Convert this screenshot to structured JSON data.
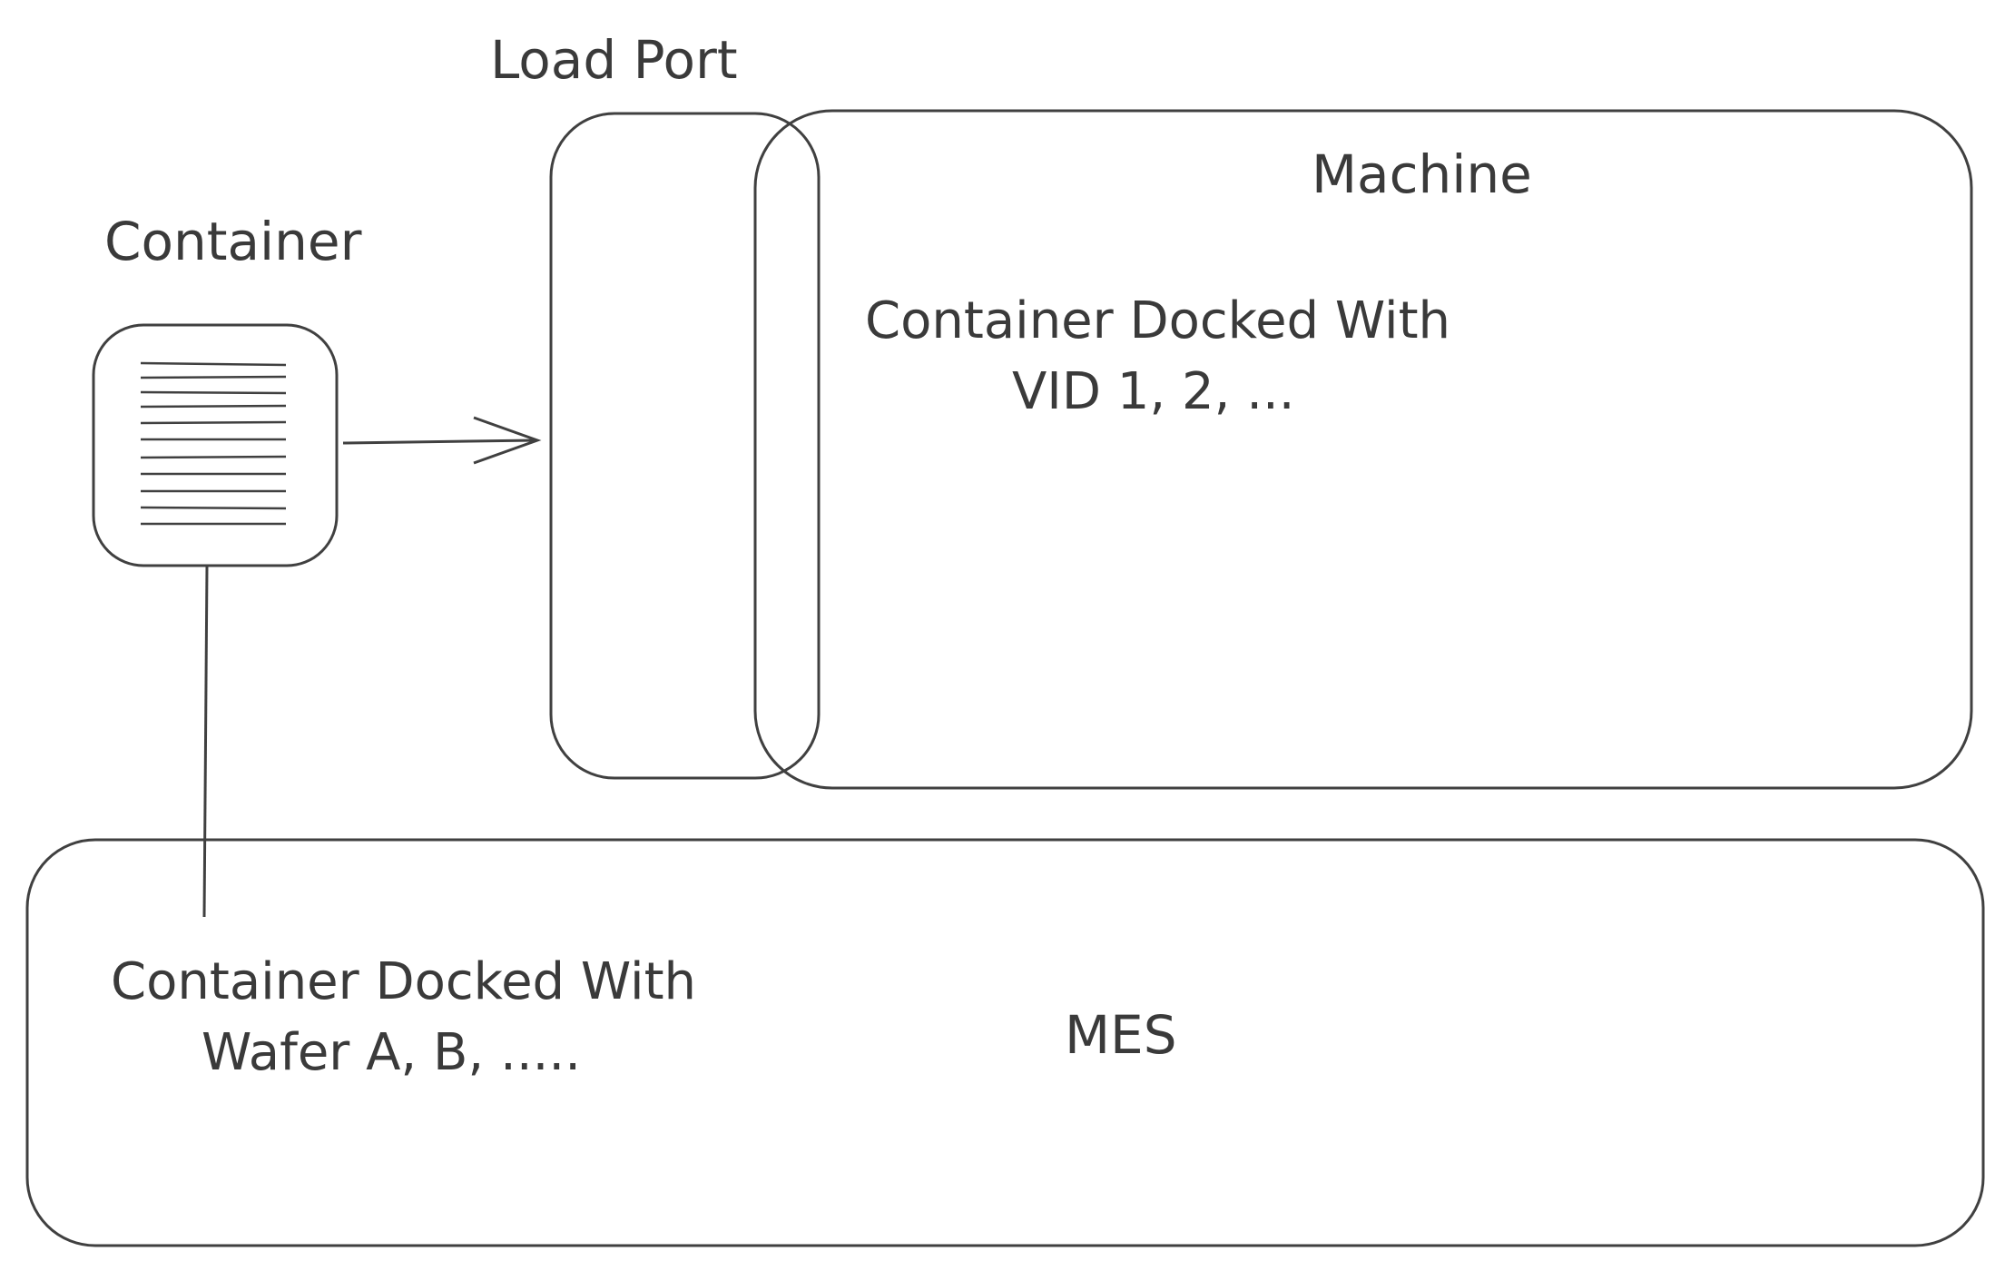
{
  "labels": {
    "load_port": "Load Port",
    "machine": "Machine",
    "container": "Container",
    "machine_note_line1": "Container Docked With",
    "machine_note_line2": "VID 1, 2, ...",
    "mes": "MES",
    "mes_note_line1": "Container Docked With",
    "mes_note_line2": "Wafer A, B, ....."
  },
  "colors": {
    "stroke": "#404040",
    "hatch_gray": "#c8c8c8",
    "hatch_blue": "#a9d6ea",
    "text": "#3a3a3a"
  },
  "icons": {
    "container": "document-lines-icon"
  }
}
